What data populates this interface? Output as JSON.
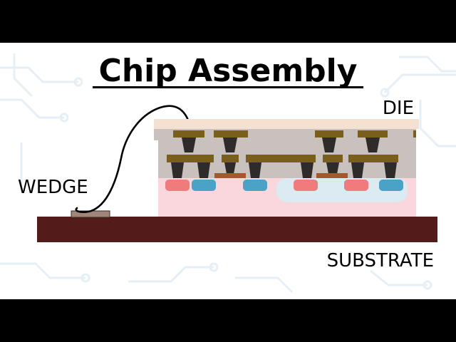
{
  "title": "Chip Assembly",
  "labels": {
    "die": "DIE",
    "wedge": "WEDGE",
    "substrate": "SUBSTRATE"
  },
  "colors": {
    "letterbox": "#000000",
    "background": "#ffffff",
    "circuit_pattern": "#e6eff6",
    "substrate": "#531b1a",
    "die_top": "#f4e1d2",
    "die_body": "#c9c1bd",
    "die_well": "#f9d7dc",
    "die_well_light": "#dcebf2",
    "metal": "#7a5e1c",
    "via": "#2e2b2a",
    "diffusion_red": "#f07b7c",
    "diffusion_blue": "#4aa3c6",
    "wedge_pad": "#a08679",
    "link_bar": "#a9552d",
    "wire": "#000000"
  }
}
